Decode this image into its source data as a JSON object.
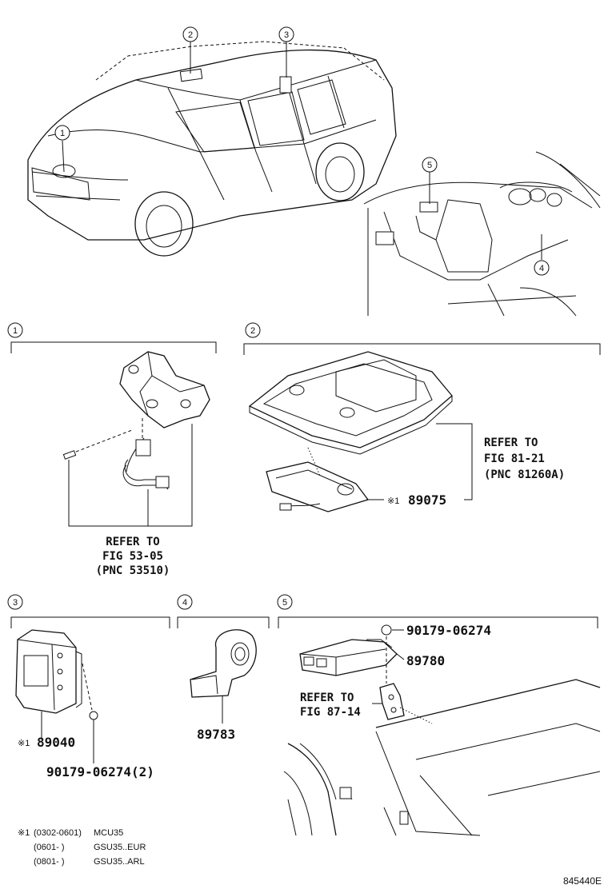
{
  "callouts": [
    "1",
    "2",
    "3",
    "4",
    "5"
  ],
  "sections": [
    {
      "id": "1"
    },
    {
      "id": "2"
    },
    {
      "id": "3"
    },
    {
      "id": "4"
    },
    {
      "id": "5"
    }
  ],
  "refs": {
    "sec1": [
      "REFER TO",
      "FIG 53-05",
      "(PNC 53510)"
    ],
    "sec2": [
      "REFER TO",
      "FIG 81-21",
      "(PNC 81260A)"
    ],
    "sec5": [
      "REFER TO",
      "FIG 87-14"
    ]
  },
  "parts": {
    "p89075": "89075",
    "p89075_mark": "※1",
    "p89040": "89040",
    "p89040_mark": "※1",
    "p90179_qty": "90179-06274(2)",
    "p89783": "89783",
    "p90179": "90179-06274",
    "p89780": "89780"
  },
  "footnote": {
    "mark": "※1",
    "lines": [
      {
        "range": "(0302-0601)",
        "model": "MCU35"
      },
      {
        "range": "(0601-    )",
        "model": "GSU35..EUR"
      },
      {
        "range": "(0801-    )",
        "model": "GSU35..ARL"
      }
    ]
  },
  "illustration_id": "845440E"
}
